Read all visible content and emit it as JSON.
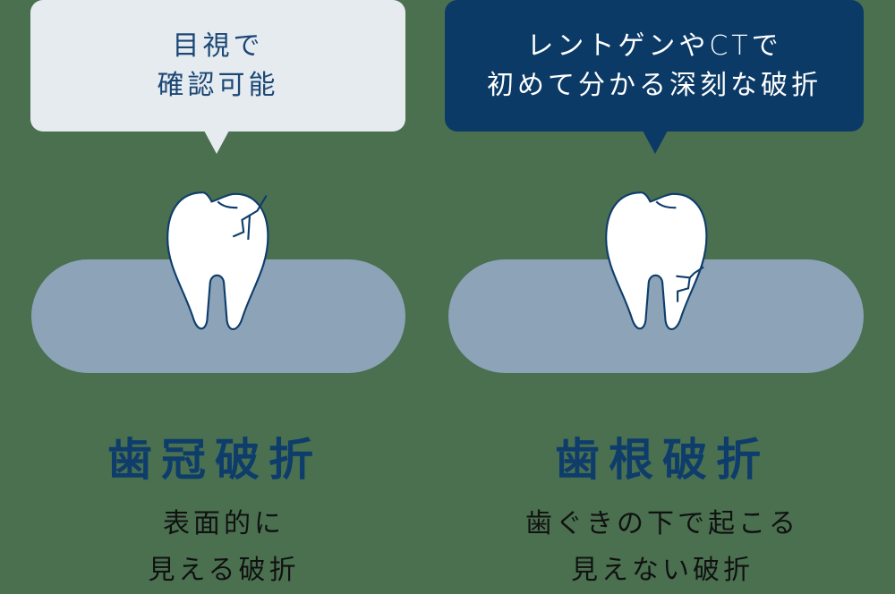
{
  "left": {
    "bubble": {
      "lines": [
        "目視で",
        "確認可能"
      ],
      "bg": "#e6ebf0",
      "text_color": "#1b4775"
    },
    "icon": "tooth-crown-crack-icon",
    "title": "歯冠破折",
    "description": [
      "表面的に",
      "見える破折"
    ]
  },
  "right": {
    "bubble": {
      "lines": [
        "レントゲンやCTで",
        "初めて分かる深刻な破折"
      ],
      "bg": "#0b3a66",
      "text_color": "#ffffff"
    },
    "icon": "tooth-root-crack-icon",
    "title": "歯根破折",
    "description": [
      "歯ぐきの下で起こる",
      "見えない破折"
    ]
  },
  "colors": {
    "background": "#4a7050",
    "gum": "#8ca3b8",
    "title": "#0e3d6b",
    "outline": "#0e3d6b"
  }
}
